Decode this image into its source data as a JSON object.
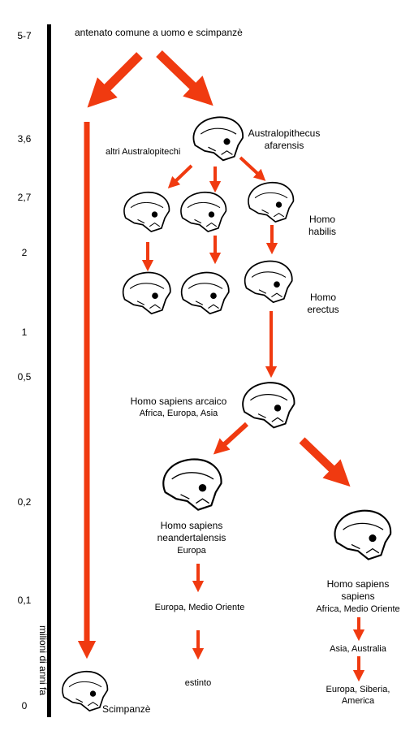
{
  "axis": {
    "title": "milioni di anni fa",
    "ticks": [
      "5-7",
      "3,6",
      "2,7",
      "2",
      "1",
      "0,5",
      "0,2",
      "0,1",
      "0"
    ]
  },
  "nodes": {
    "ancestor": "antenato comune a uomo e scimpanzè",
    "afarensis_1": "Australopithecus",
    "afarensis_2": "afarensis",
    "altri": "altri Australopitechi",
    "habilis_1": "Homo",
    "habilis_2": "habilis",
    "erectus_1": "Homo",
    "erectus_2": "erectus",
    "arcaico_1": "Homo sapiens arcaico",
    "arcaico_2": "Africa, Europa, Asia",
    "nean_1": "Homo sapiens",
    "nean_2": "neandertalensis",
    "nean_3": "Europa",
    "nean_4": "Europa, Medio Oriente",
    "nean_5": "estinto",
    "sap_1": "Homo sapiens",
    "sap_2": "sapiens",
    "sap_3": "Africa, Medio Oriente",
    "sap_4": "Asia, Australia",
    "sap_5": "Europa, Siberia,",
    "sap_6": "America",
    "chimp": "Scimpanzè"
  },
  "colors": {
    "arrow": "#f03a10",
    "axis": "#000000"
  }
}
